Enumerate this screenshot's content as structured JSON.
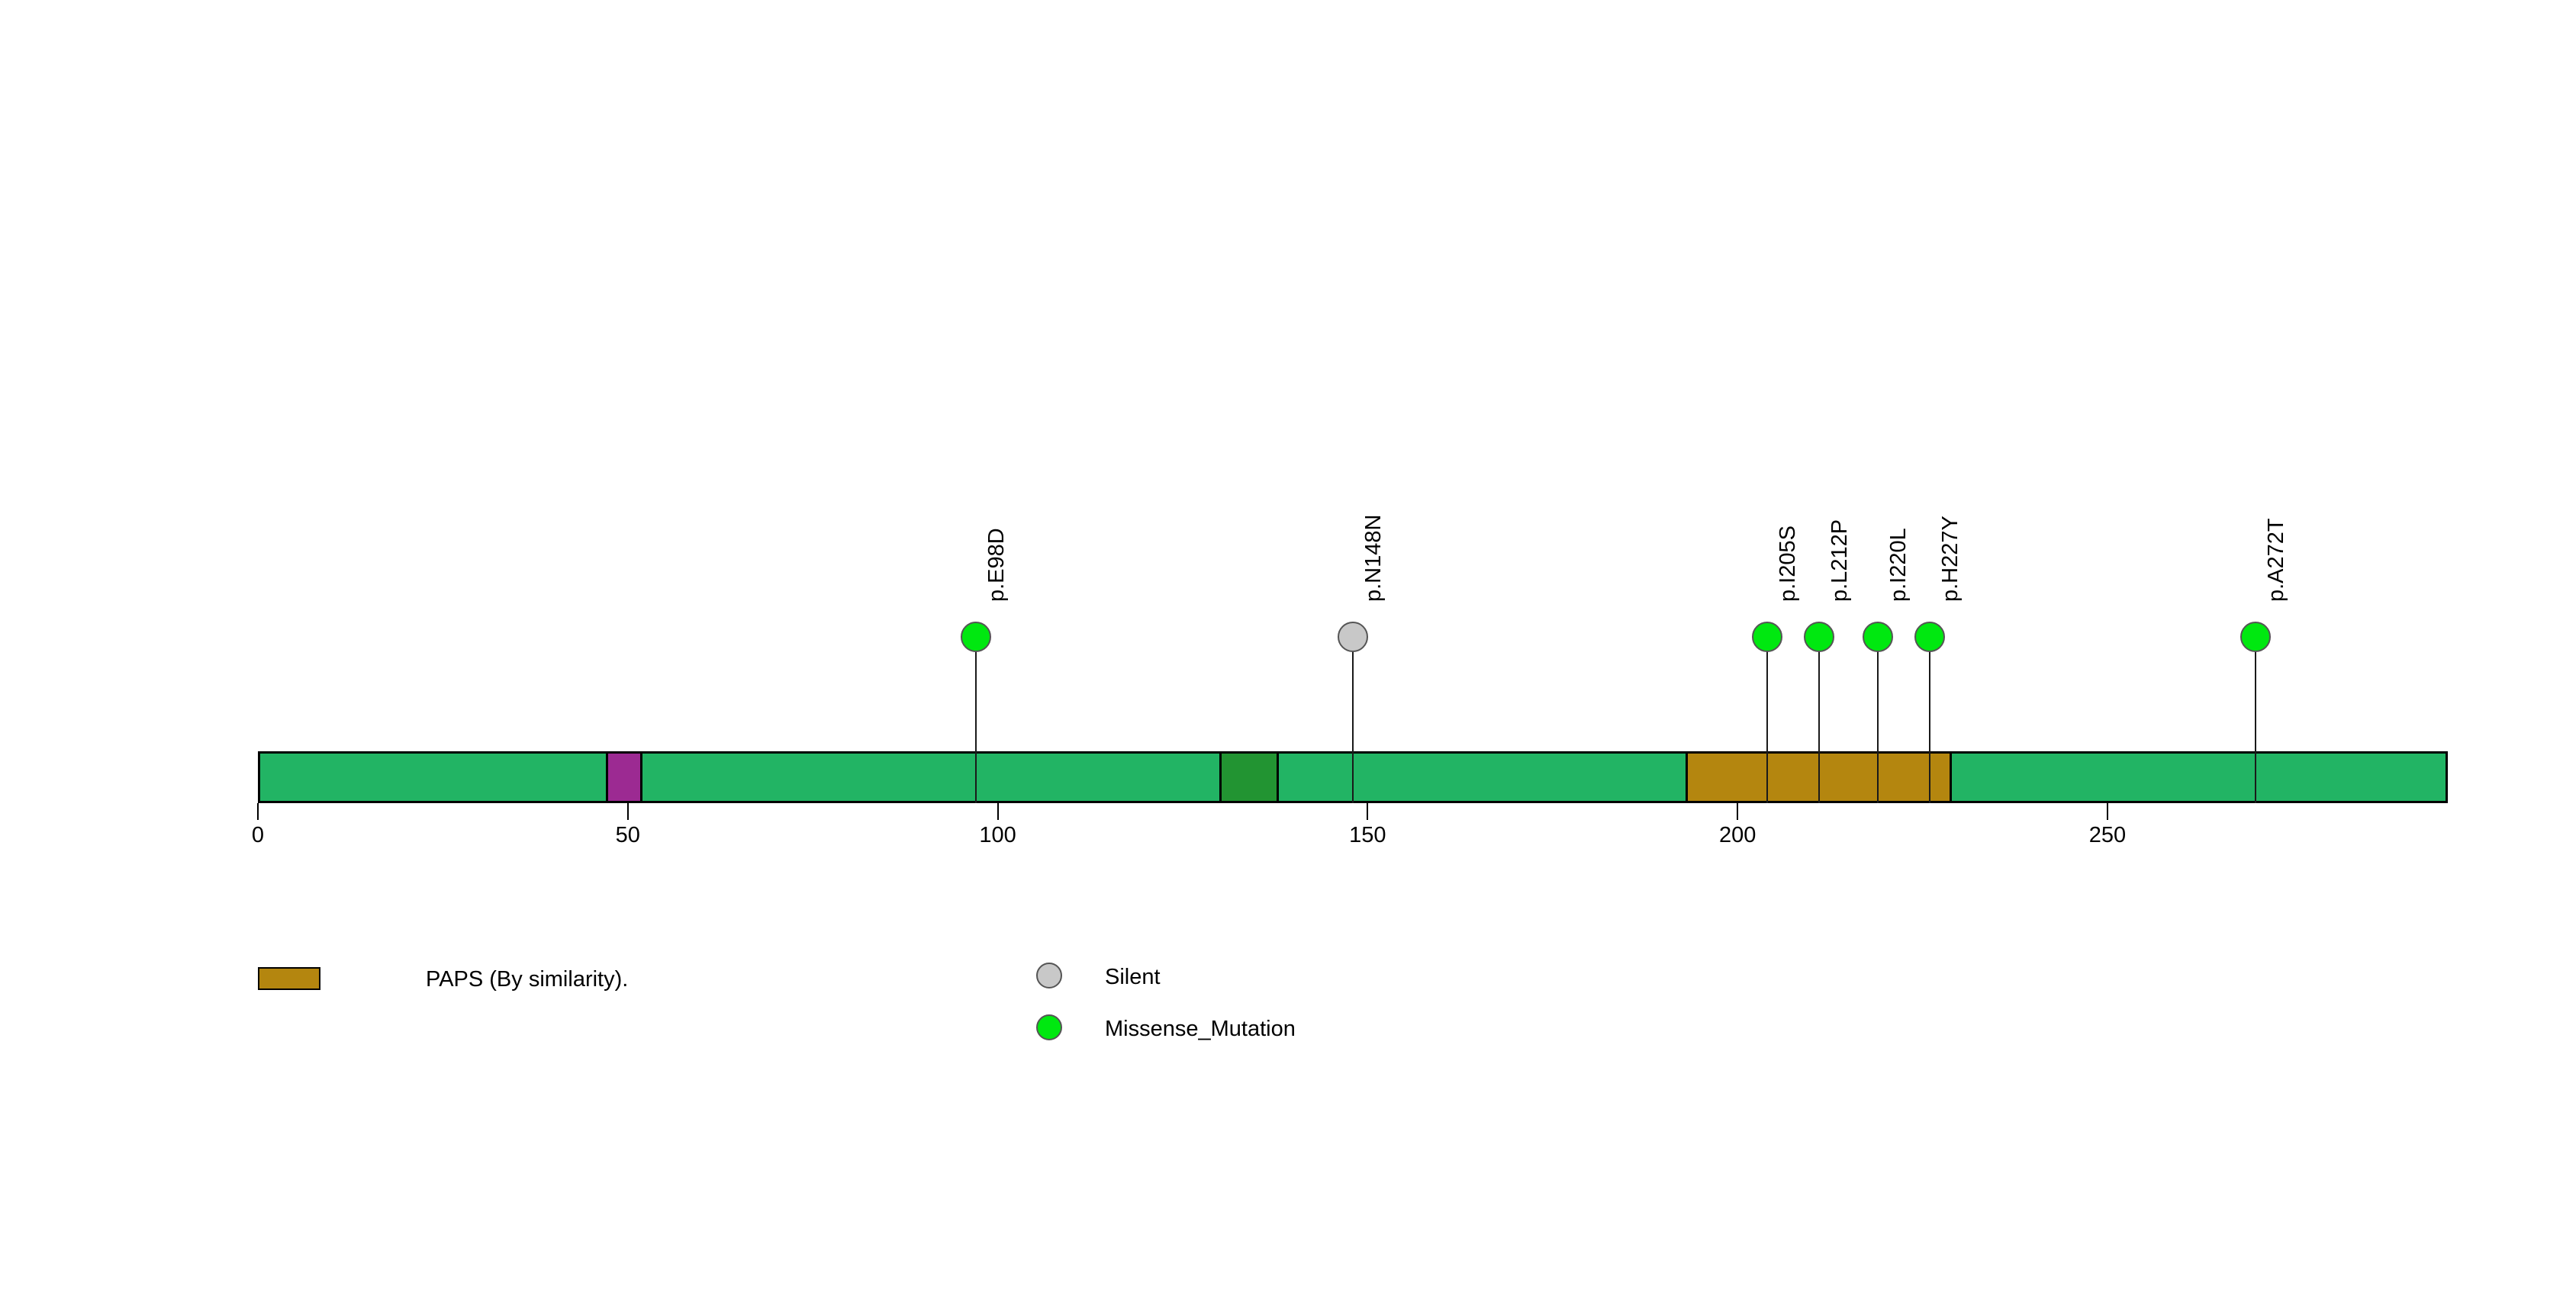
{
  "chart_data": {
    "type": "lollipop",
    "title": "",
    "xlabel": "",
    "ylabel": "",
    "protein": {
      "length": 296,
      "backbone_color": "#22b464",
      "outline_color": "#000000"
    },
    "axis": {
      "range": [
        0,
        296
      ],
      "ticks": [
        0,
        50,
        100,
        150,
        200,
        250
      ],
      "tick_labels": [
        "0",
        "50",
        "100",
        "150",
        "200",
        "250"
      ],
      "grid": false
    },
    "domains": [
      {
        "name": "",
        "start": 47,
        "end": 52,
        "color": "#9c2a92",
        "label": ""
      },
      {
        "name": "",
        "start": 130,
        "end": 138,
        "color": "#229432",
        "label": ""
      },
      {
        "name": "PAPS (By similarity).",
        "start": 193,
        "end": 229,
        "color": "#b4860f",
        "label": "PAPS (By similarity)."
      }
    ],
    "mutations": [
      {
        "label": "p.E98D",
        "position": 97,
        "type": "Missense_Mutation",
        "color": "#00e810",
        "count": 1
      },
      {
        "label": "p.N148N",
        "position": 148,
        "type": "Silent",
        "color": "#c8c8c8",
        "count": 1
      },
      {
        "label": "p.I205S",
        "position": 204,
        "type": "Missense_Mutation",
        "color": "#00e810",
        "count": 1
      },
      {
        "label": "p.L212P",
        "position": 211,
        "type": "Missense_Mutation",
        "color": "#00e810",
        "count": 1
      },
      {
        "label": "p.I220L",
        "position": 219,
        "type": "Missense_Mutation",
        "color": "#00e810",
        "count": 1
      },
      {
        "label": "p.H227Y",
        "position": 226,
        "type": "Missense_Mutation",
        "color": "#00e810",
        "count": 1
      },
      {
        "label": "p.A272T",
        "position": 270,
        "type": "Missense_Mutation",
        "color": "#00e810",
        "count": 1
      }
    ],
    "legend": {
      "domain_entries": [
        {
          "label": "PAPS (By similarity).",
          "color": "#b4860f",
          "shape": "rect"
        }
      ],
      "mutation_entries": [
        {
          "label": "Silent",
          "color": "#c8c8c8",
          "shape": "circle"
        },
        {
          "label": "Missense_Mutation",
          "color": "#00e810",
          "shape": "circle"
        }
      ],
      "position": "bottom-left"
    }
  }
}
